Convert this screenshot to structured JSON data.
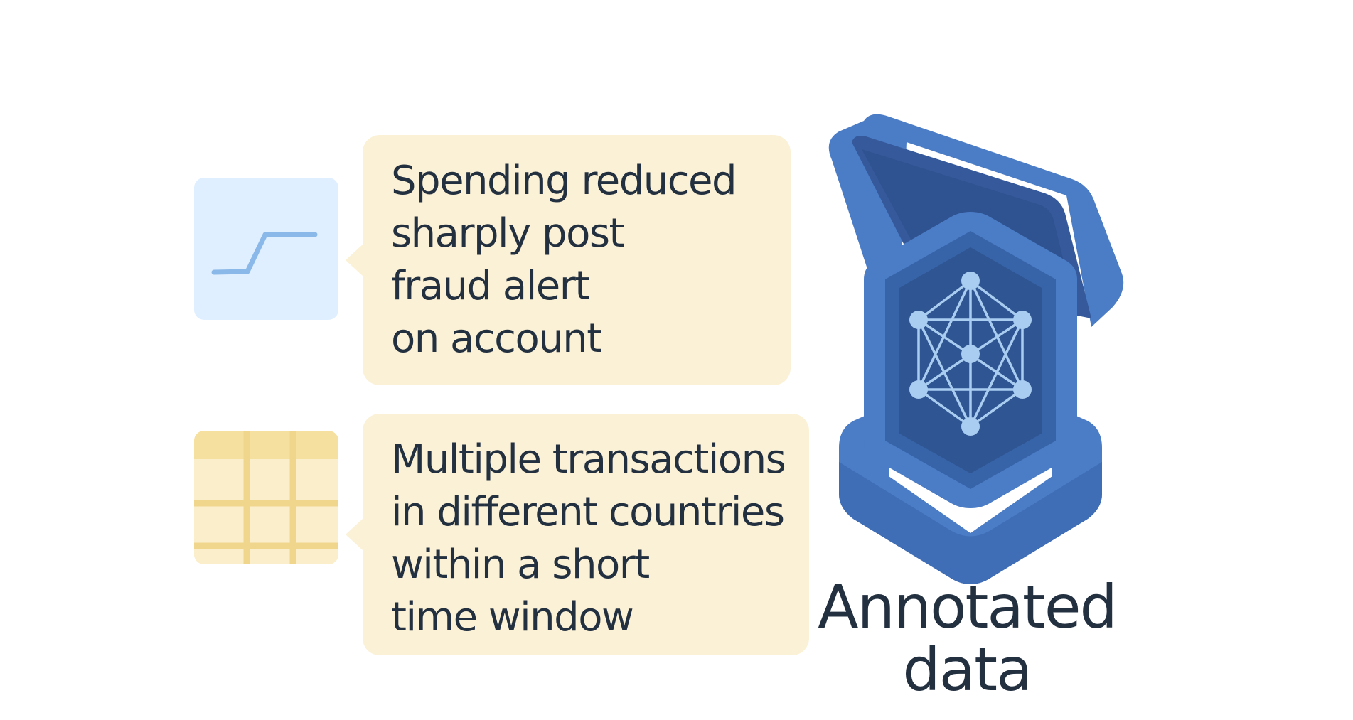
{
  "bubbles": [
    {
      "lines": [
        "Spending reduced",
        "sharply post",
        "fraud alert",
        "on account"
      ]
    },
    {
      "lines": [
        "Multiple transactions",
        "in different countries",
        "within a short",
        "time window"
      ]
    }
  ],
  "caption": {
    "lines": [
      "Annotated",
      "data"
    ]
  },
  "icons": {
    "top_card": "step-trend-line-icon",
    "bottom_card": "grid-table-icon",
    "main": "open-case-network-icon"
  },
  "colors": {
    "text": "#233040",
    "bubble_bg": "#fbf1d6",
    "trend_card_bg": "#e0efff",
    "trend_line": "#8ab8e8",
    "grid_card_bg": "#fbeec8",
    "grid_lines": "#f0d68c",
    "case_blue": "#4b7cc6",
    "case_dark": "#35599a",
    "network": "#a9cdf1"
  }
}
